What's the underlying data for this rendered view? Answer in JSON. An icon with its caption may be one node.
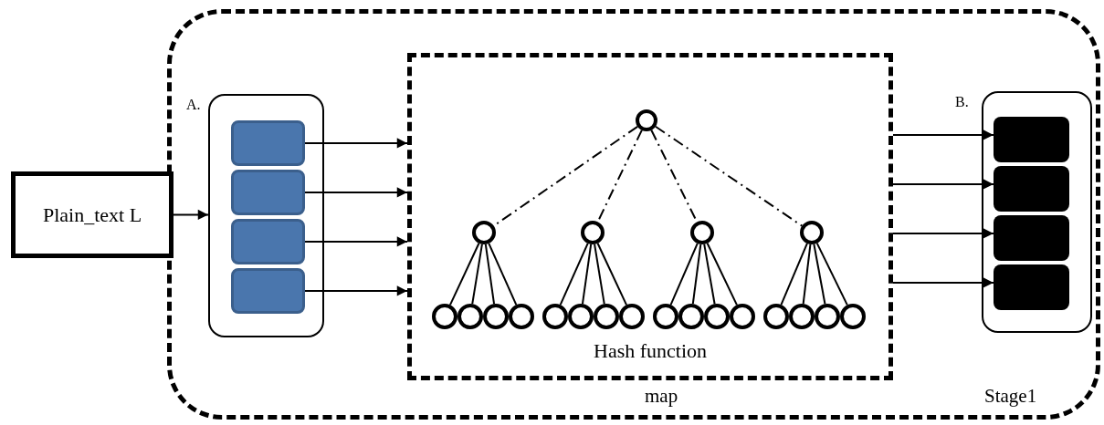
{
  "diagram": {
    "nodes": [
      {
        "text": [
          "Stage1"
        ]
      },
      {
        "text": [
          "Plain_text L"
        ]
      },
      {
        "text": [
          "A."
        ],
        "in": 0
      },
      {
        "text": [],
        "shape": "box",
        "in": 2
      },
      {
        "text": [],
        "shape": "box",
        "in": 2
      },
      {
        "text": [],
        "shape": "box",
        "in": 2
      },
      {
        "text": [],
        "shape": "box",
        "in": 2
      },
      {
        "text": [
          "Hash function",
          "map"
        ],
        "in": 0
      },
      {
        "text": [],
        "shape": "circle",
        "in": 7
      },
      {
        "text": [],
        "shape": "circle",
        "in": 7
      },
      {
        "text": [],
        "shape": "circle",
        "in": 7
      },
      {
        "text": [],
        "shape": "circle",
        "in": 7
      },
      {
        "text": [],
        "shape": "circle",
        "in": 7
      },
      {
        "text": [],
        "shape": "circle",
        "in": 7
      },
      {
        "text": [],
        "shape": "circle",
        "in": 7
      },
      {
        "text": [],
        "shape": "circle",
        "in": 7
      },
      {
        "text": [],
        "shape": "circle",
        "in": 7
      },
      {
        "text": [],
        "shape": "circle",
        "in": 7
      },
      {
        "text": [],
        "shape": "circle",
        "in": 7
      },
      {
        "text": [],
        "shape": "circle",
        "in": 7
      },
      {
        "text": [],
        "shape": "circle",
        "in": 7
      },
      {
        "text": [],
        "shape": "circle",
        "in": 7
      },
      {
        "text": [],
        "shape": "circle",
        "in": 7
      },
      {
        "text": [],
        "shape": "circle",
        "in": 7
      },
      {
        "text": [],
        "shape": "circle",
        "in": 7
      },
      {
        "text": [],
        "shape": "circle",
        "in": 7
      },
      {
        "text": [],
        "shape": "circle",
        "in": 7
      },
      {
        "text": [],
        "shape": "circle",
        "in": 7
      },
      {
        "text": [],
        "shape": "circle",
        "in": 7
      },
      {
        "text": [
          "B."
        ],
        "in": 0
      },
      {
        "text": [],
        "shape": "box",
        "in": 29
      },
      {
        "text": [],
        "shape": "box",
        "in": 29
      },
      {
        "text": [],
        "shape": "box",
        "in": 29
      },
      {
        "text": [],
        "shape": "box",
        "in": 29
      }
    ],
    "edges": [
      {
        "from": 1,
        "to": 2,
        "arrow": "to"
      },
      {
        "from": 3,
        "to": 7,
        "arrow": "to"
      },
      {
        "from": 4,
        "to": 7,
        "arrow": "to"
      },
      {
        "from": 5,
        "to": 7,
        "arrow": "to"
      },
      {
        "from": 6,
        "to": 7,
        "arrow": "to"
      },
      {
        "from": 8,
        "to": 9,
        "arrow": "none",
        "style": "dashed"
      },
      {
        "from": 8,
        "to": 10,
        "arrow": "none",
        "style": "dashed"
      },
      {
        "from": 8,
        "to": 11,
        "arrow": "none",
        "style": "dashed"
      },
      {
        "from": 8,
        "to": 12,
        "arrow": "none",
        "style": "dashed"
      },
      {
        "from": 9,
        "to": 13,
        "arrow": "none"
      },
      {
        "from": 9,
        "to": 14,
        "arrow": "none"
      },
      {
        "from": 9,
        "to": 15,
        "arrow": "none"
      },
      {
        "from": 9,
        "to": 16,
        "arrow": "none"
      },
      {
        "from": 10,
        "to": 17,
        "arrow": "none"
      },
      {
        "from": 10,
        "to": 18,
        "arrow": "none"
      },
      {
        "from": 10,
        "to": 19,
        "arrow": "none"
      },
      {
        "from": 10,
        "to": 20,
        "arrow": "none"
      },
      {
        "from": 11,
        "to": 21,
        "arrow": "none"
      },
      {
        "from": 11,
        "to": 22,
        "arrow": "none"
      },
      {
        "from": 11,
        "to": 23,
        "arrow": "none"
      },
      {
        "from": 11,
        "to": 24,
        "arrow": "none"
      },
      {
        "from": 12,
        "to": 25,
        "arrow": "none"
      },
      {
        "from": 12,
        "to": 26,
        "arrow": "none"
      },
      {
        "from": 12,
        "to": 27,
        "arrow": "none"
      },
      {
        "from": 12,
        "to": 28,
        "arrow": "none"
      },
      {
        "from": 7,
        "to": 30,
        "arrow": "to"
      },
      {
        "from": 7,
        "to": 31,
        "arrow": "to"
      },
      {
        "from": 7,
        "to": 32,
        "arrow": "to"
      },
      {
        "from": 7,
        "to": 33,
        "arrow": "to"
      }
    ]
  }
}
